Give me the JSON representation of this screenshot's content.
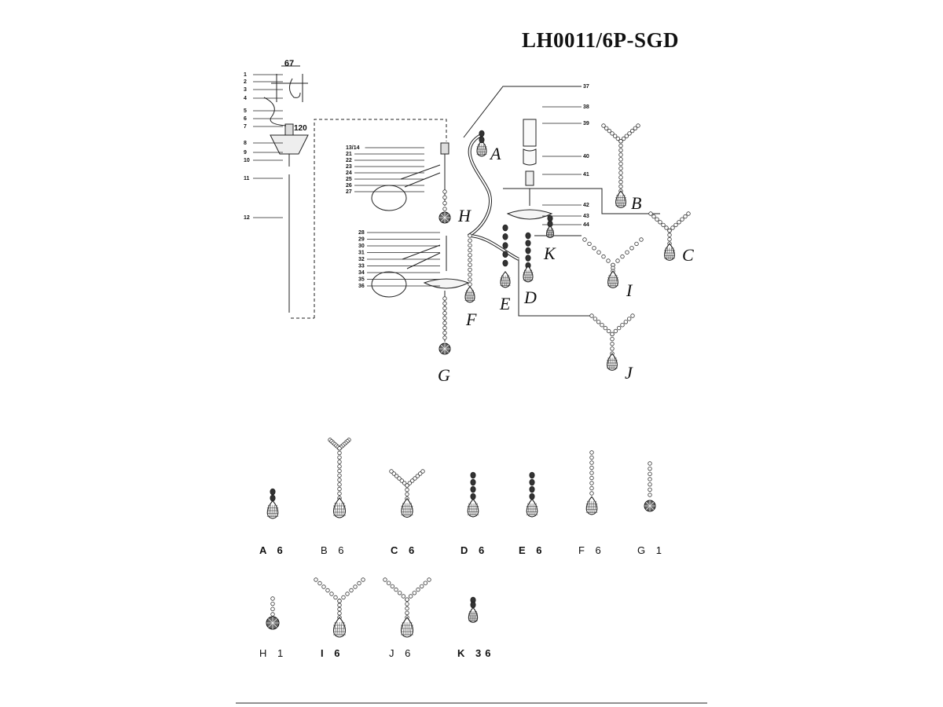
{
  "model_code": "LH0011/6P-SGD",
  "top_dimension": "67",
  "canopy_dimension": "120",
  "part_numbers_left": [
    "1",
    "2",
    "3",
    "4",
    "5",
    "6",
    "7",
    "8",
    "9",
    "10",
    "11",
    "12"
  ],
  "part_numbers_arm_upper": [
    "13/14",
    "21",
    "22",
    "23",
    "24",
    "25",
    "26",
    "27"
  ],
  "part_numbers_arm_lower": [
    "28",
    "29",
    "30",
    "31",
    "32",
    "33",
    "34",
    "35",
    "36"
  ],
  "part_numbers_right": [
    "37",
    "38",
    "39",
    "40",
    "41",
    "42",
    "43",
    "44"
  ],
  "pendant_letters": [
    "A",
    "B",
    "C",
    "D",
    "E",
    "F",
    "G",
    "H",
    "I",
    "J",
    "K"
  ],
  "parts_list": [
    {
      "label": "A 6",
      "bold": true
    },
    {
      "label": "B 6",
      "bold": false
    },
    {
      "label": "C 6",
      "bold": true
    },
    {
      "label": "D 6",
      "bold": true
    },
    {
      "label": "E 6",
      "bold": true
    },
    {
      "label": "F 6",
      "bold": false
    },
    {
      "label": "G 1",
      "bold": false
    },
    {
      "label": "H 1",
      "bold": false
    },
    {
      "label": "I 6",
      "bold": true
    },
    {
      "label": "J 6",
      "bold": false
    },
    {
      "label": "K 36",
      "bold": true
    }
  ]
}
